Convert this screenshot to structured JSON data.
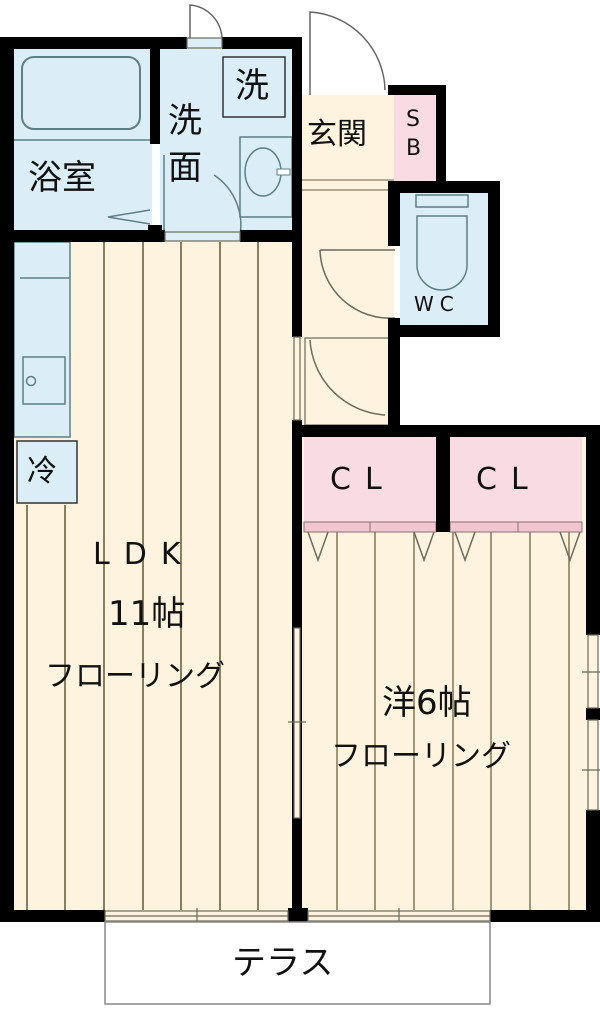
{
  "colors": {
    "wall": "#000000",
    "wet_area": "#dbeef8",
    "flooring": "#fdf3df",
    "closet": "#f9dce3",
    "floor_line": "#8a7f5c",
    "fixture_line": "#5d7f86"
  },
  "rooms": {
    "bath": {
      "label": "浴室"
    },
    "washroom": {
      "label_line1": "洗",
      "label_line2": "面"
    },
    "washer": {
      "label": "洗"
    },
    "entrance": {
      "label": "玄関"
    },
    "shoebox": {
      "label_line1": "S",
      "label_line2": "B"
    },
    "wc": {
      "label": "WC"
    },
    "fridge": {
      "label": "冷"
    },
    "ldk": {
      "label_line1": "LDK",
      "label_line2": "11帖",
      "label_line3": "フローリング"
    },
    "closet_left": {
      "label": "CL"
    },
    "closet_right": {
      "label": "CL"
    },
    "western_room": {
      "label_line1": "洋6帖",
      "label_line2": "フローリング"
    },
    "terrace": {
      "label": "テラス"
    }
  }
}
